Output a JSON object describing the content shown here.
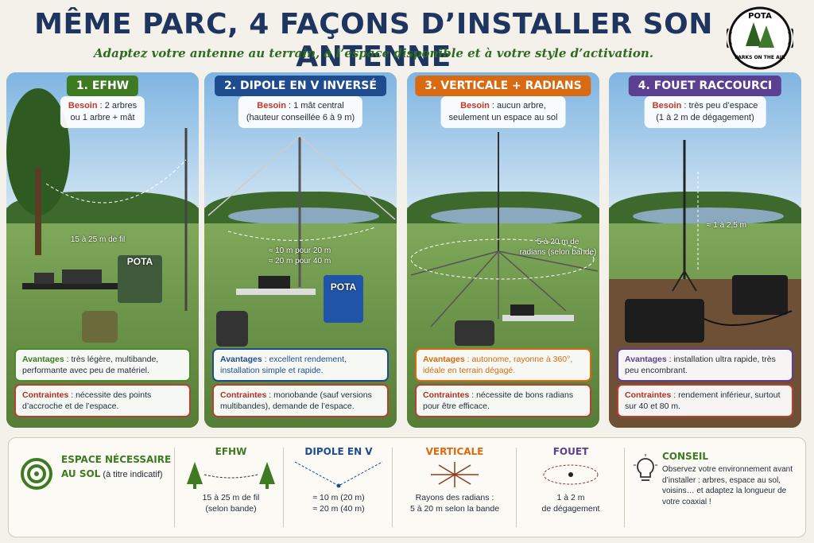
{
  "header": {
    "title": "MÊME PARC, 4 FAÇONS D’INSTALLER SON ANTENNE",
    "subtitle": "Adaptez votre antenne au terrain, à l’espace disponible et à votre style d’activation.",
    "logo_top": "POTA",
    "logo_bottom": "PARKS ON THE AIR"
  },
  "panels": [
    {
      "title": "1. EFHW",
      "color": "#3e7a21",
      "need_label": "Besoin",
      "need_line1": " : 2 arbres",
      "need_line2": "ou 1 arbre + mât",
      "measure": "15 à 25 m de fil",
      "measure2": "",
      "chair_label": "POTA",
      "adv_label": "Avantages",
      "adv_text": " : très légère, multibande, performante avec peu de matériel.",
      "con_label": "Contraintes",
      "con_text": " : nécessite des points d’accroche et de l’espace."
    },
    {
      "title": "2. DIPOLE EN V INVERSÉ",
      "color": "#1f4c8f",
      "need_label": "Besoin",
      "need_line1": " : 1 mât central",
      "need_line2": "(hauteur conseillée 6 à 9 m)",
      "measure": "≈ 10 m pour 20 m",
      "measure2": "≈ 20 m pour 40 m",
      "chair_label": "POTA",
      "adv_label": "Avantages",
      "adv_text": " : excellent rendement, installation simple et rapide.",
      "con_label": "Contraintes",
      "con_text": " : monobande (sauf versions multibandes), demande de l’espace."
    },
    {
      "title": "3. VERTICALE + RADIANS",
      "color": "#d86a12",
      "need_label": "Besoin",
      "need_line1": " : aucun arbre,",
      "need_line2": "seulement un espace au sol",
      "measure": "5 à 20 m de",
      "measure2": "radians (selon bande)",
      "chair_label": "",
      "adv_label": "Avantages",
      "adv_text": " : autonome, rayonne à 360°, idéale en terrain dégagé.",
      "con_label": "Contraintes",
      "con_text": " : nécessite de bons radians pour être efficace."
    },
    {
      "title": "4. FOUET RACCOURCI",
      "color": "#5b3f91",
      "need_label": "Besoin",
      "need_line1": " : très peu d’espace",
      "need_line2": "(1 à 2 m de dégagement)",
      "measure": "≈ 1 à 2,5 m",
      "measure2": "",
      "chair_label": "",
      "adv_label": "Avantages",
      "adv_text": " : installation ultra rapide, très peu encombrant.",
      "con_label": "Contraintes",
      "con_text": " : rendement inférieur, surtout sur 40 et 80 m."
    }
  ],
  "bottom": {
    "space_title_line1": "ESPACE NÉCESSAIRE",
    "space_title_line2": "AU SOL",
    "space_note": " (à titre indicatif)",
    "efhw_title": "EFHW",
    "efhw_line1": "15 à 25 m de fil",
    "efhw_line2": "(selon bande)",
    "dipole_title": "DIPOLE EN V",
    "dipole_line1": "≈ 10 m (20 m)",
    "dipole_line2": "≈ 20 m (40 m)",
    "vert_title": "VERTICALE",
    "vert_line1": "Rayons des radians :",
    "vert_line2": "5 à 20 m selon la bande",
    "fouet_title": "FOUET",
    "fouet_line1": "1 à 2 m",
    "fouet_line2": "de dégagement",
    "tip_title": "CONSEIL",
    "tip_text": "Observez votre environnement avant d’installer : arbres, espace au sol, voisins… et adaptez la longueur de votre coaxial !"
  },
  "colors": {
    "efhw": "#3e7a21",
    "dipole": "#1f4c8f",
    "vertical": "#d86a12",
    "fouet": "#5b3f91",
    "title": "#1e3560"
  }
}
